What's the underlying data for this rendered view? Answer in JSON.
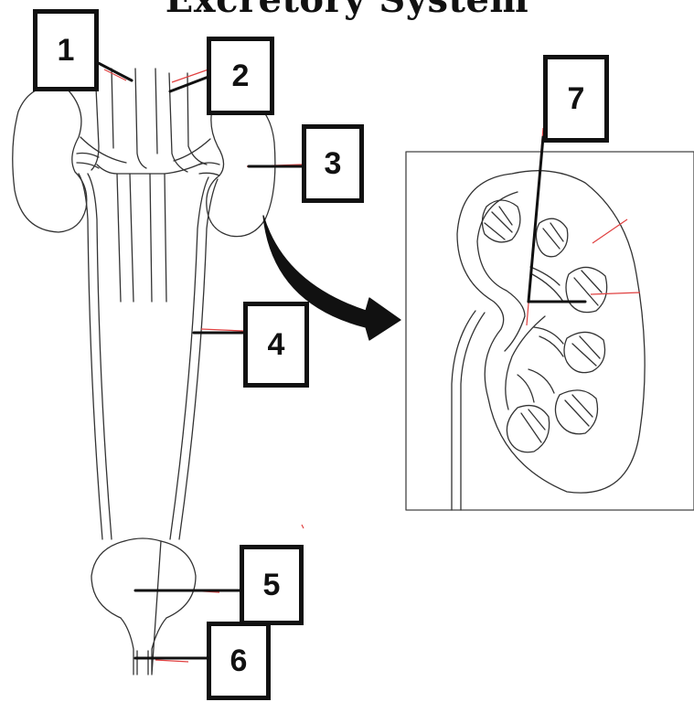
{
  "title": "Excretory System",
  "labels": [
    "1",
    "2",
    "3",
    "4",
    "5",
    "6",
    "7"
  ]
}
